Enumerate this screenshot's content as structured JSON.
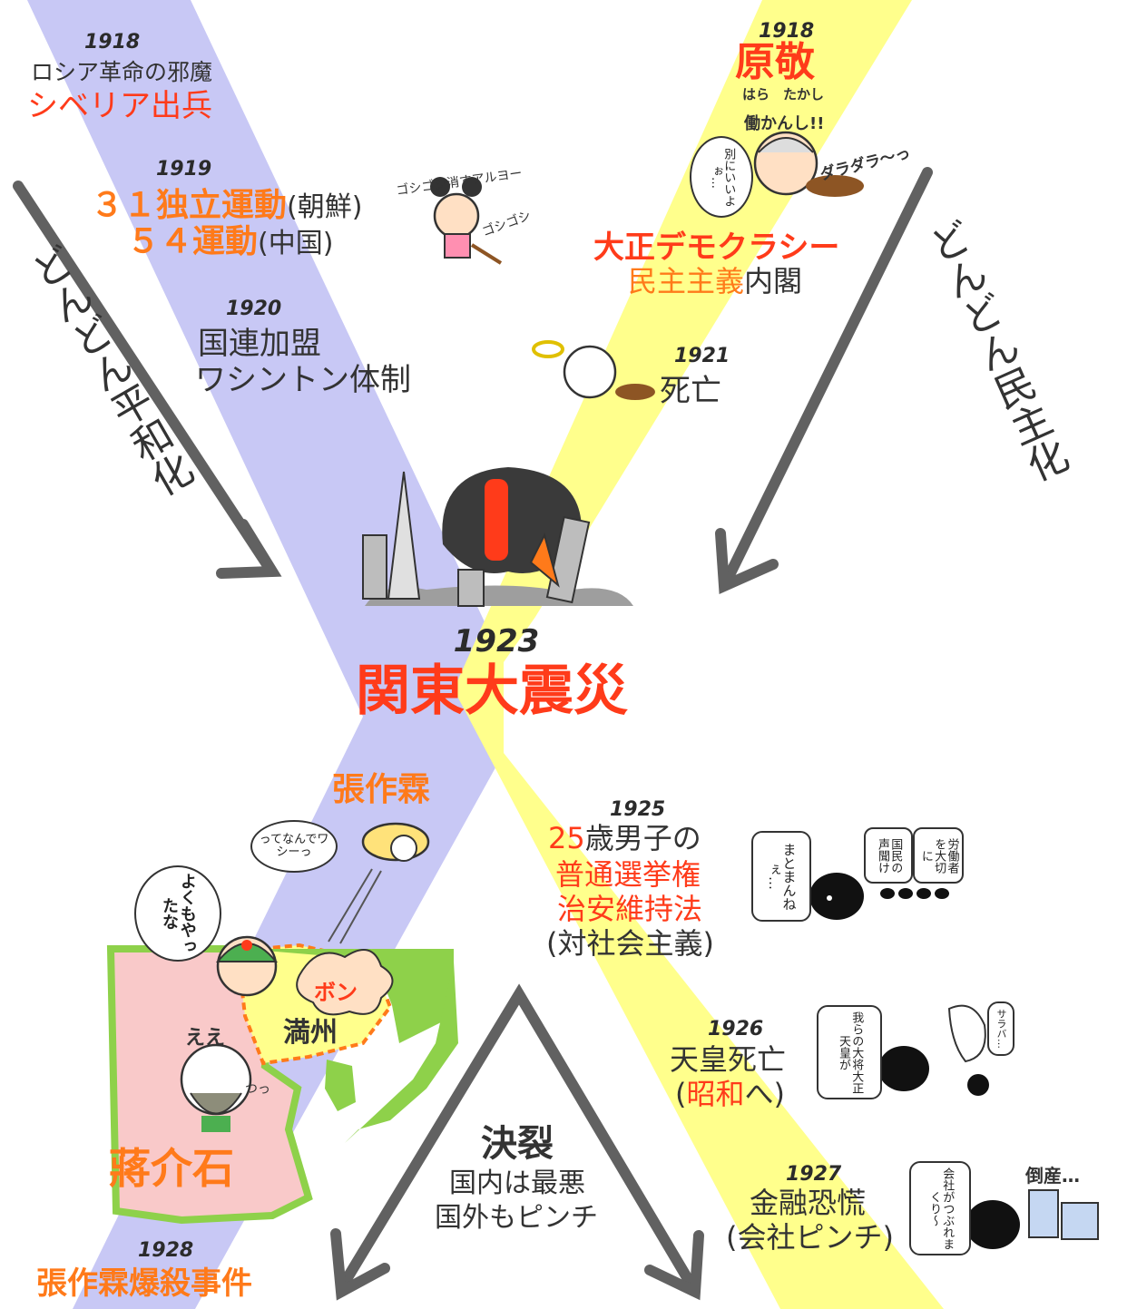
{
  "colors": {
    "peace_band": "#c8c8f5",
    "democracy_band": "#ffff8c",
    "accent_red": "#ff3b1a",
    "accent_orange": "#ff7a1a",
    "arrow": "#616161",
    "map_manchuria": "#ffff8c",
    "map_china": "#f9c9c9",
    "map_land": "#8ed14a"
  },
  "top_left": {
    "e1918": {
      "year": "1918",
      "line1": "ロシア革命の邪魔",
      "line2": "シベリア出兵"
    },
    "e1919": {
      "year": "1919",
      "line1_main": "３１独立運動",
      "line1_sub": "(朝鮮)",
      "line2_main": "５４運動",
      "line2_sub": "(中国)"
    },
    "e1920": {
      "year": "1920",
      "line1": "国連加盟",
      "line2": "ワシントン体制"
    }
  },
  "top_right": {
    "e1918": {
      "year": "1918",
      "name": "原敬",
      "reading": "はら　たかし"
    },
    "movement": {
      "line1": "大正デモクラシー",
      "line2_main": "民主主義",
      "line2_sub": "内閣"
    },
    "e1921": {
      "year": "1921",
      "text": "死亡"
    }
  },
  "side_labels": {
    "left": "どんどん平和化",
    "right": "どんどん民主化"
  },
  "center": {
    "year": "1923",
    "event": "関東大震災"
  },
  "bottom_right": {
    "e1925": {
      "year": "1925",
      "line1_num": "25",
      "line1_rest": "歳男子の",
      "line2": "普通選挙権",
      "line3": "治安維持法",
      "line4": "(対社会主義)"
    },
    "e1926": {
      "year": "1926",
      "line1": "天皇死亡",
      "line2_open": "(",
      "line2_main": "昭和",
      "line2_rest": "へ)"
    },
    "e1927": {
      "year": "1927",
      "line1": "金融恐慌",
      "line2": "(会社ピンチ)"
    }
  },
  "bottom_center": {
    "title": "決裂",
    "line1": "国内は最悪",
    "line2": "国外もピンチ"
  },
  "bottom_left": {
    "name_top": "張作霖",
    "manchuria": "満州",
    "chiang": "蔣介石",
    "year": "1928",
    "event": "張作霖爆殺事件"
  },
  "bubbles": {
    "girl_sfx1": "ゴシゴシ消すアルヨー",
    "girl_sfx2": "ゴシゴシ",
    "hara_work": "働かんし!!",
    "hara_speech": "別にいいよぉ…",
    "hara_lazy": "ダラダラ〜っ",
    "zhang_speech": "ってなんでワシーっ",
    "japan_speech": "よくもやったな",
    "chiang_sfx": "ええ",
    "chiang_sfx2": "つっ",
    "bomb": "ボン",
    "blob1925_speech": "まとまんねぇ…",
    "crowd1": "国民の声聞け",
    "crowd2": "労働者を大切に",
    "blob1926_speech": "我らの大将大正天皇が",
    "ghost_speech": "サラバ…",
    "blob1927_speech": "会社がつぶれまくり〜",
    "bankrupt": "倒産…"
  }
}
